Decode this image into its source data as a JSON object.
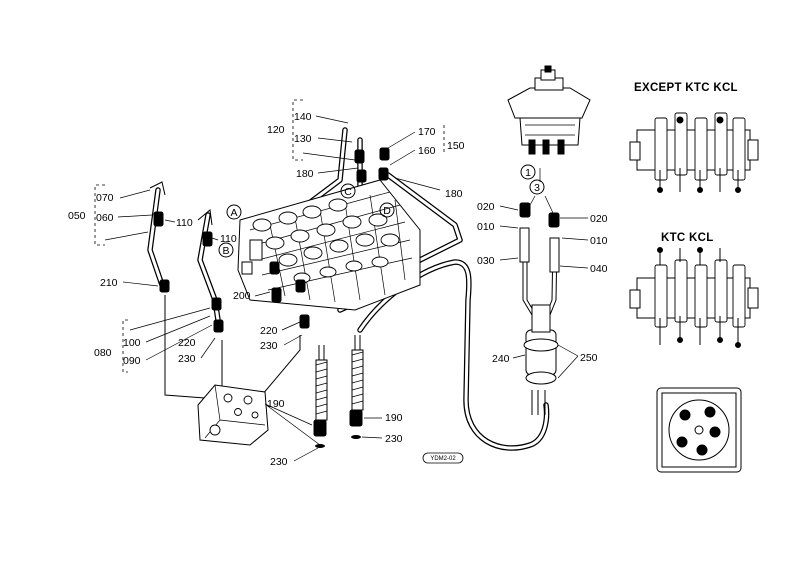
{
  "labels": {
    "p010a": "010",
    "p010b": "010",
    "p020a": "020",
    "p020b": "020",
    "p030": "030",
    "p040": "040",
    "p050": "050",
    "p060": "060",
    "p070": "070",
    "p080": "080",
    "p090": "090",
    "p100": "100",
    "p110a": "110",
    "p110b": "110",
    "p120": "120",
    "p130": "130",
    "p140": "140",
    "p150": "150",
    "p160": "160",
    "p170": "170",
    "p180a": "180",
    "p180b": "180",
    "p190a": "190",
    "p190b": "190",
    "p200": "200",
    "p210": "210",
    "p220a": "220",
    "p220b": "220",
    "p230a": "230",
    "p230b": "230",
    "p230c": "230",
    "p230d": "230",
    "p240": "240",
    "p250": "250"
  },
  "callouts": {
    "a": "A",
    "b": "B",
    "c": "C",
    "d": "D",
    "one": "1",
    "three": "3"
  },
  "sections": {
    "except": "EXCEPT KTC KCL",
    "ktc": "KTC KCL"
  },
  "stamp": "YDM2-02"
}
